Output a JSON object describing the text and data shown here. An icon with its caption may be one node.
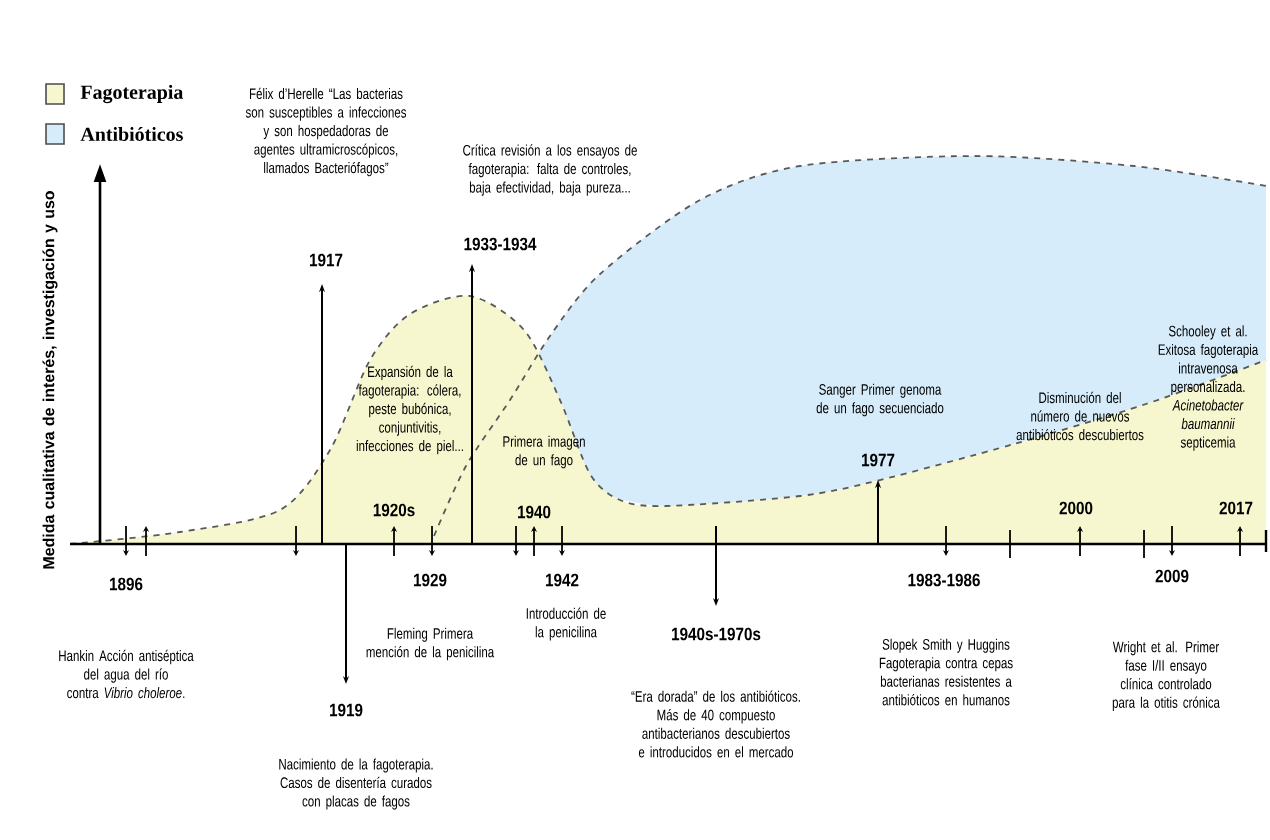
{
  "diagram": {
    "labels": [
      "Medida cualitativa de interés, investigación y uso",
      "Félix d’Herelle “Las bacterias son susceptibles a infecciones y son hospedadoras de agentes ultramicroscópicos, llamados Bacteriófagos”",
      "1917",
      "Crítica revisión a los ensayos de fagoterapia: falta de controles, baja efectividad, baja pureza...",
      "1933-1934",
      "Expansión de la fagoterapia: cólera, peste bubónica, conjuntivitis, infecciones de piel...",
      "1920s",
      "Primera imagen de un fago",
      "1940",
      "Sanger Primer genoma de un fago secuenciado",
      "1977",
      "Disminución del número de nuevos antibióticos descubiertos",
      "2000",
      "Schooley et al. Exitosa fagoterapia intravenosa personalizada. *Acinetobacter baumannii* septicemia",
      "2017",
      "1896",
      "Hankin Acción antiséptica del agua del río contra *Vibrio choleroe*.",
      "1929",
      "Fleming Primera mención de la penicilina",
      "1942",
      "Introducción de la penicilina",
      "1919",
      "Nacimiento de la fagoterapia. Casos de disentería curados con placas de fagos",
      "1940s-1970s",
      "“Era dorada” de los antibióticos. Más de 40 compuesto antibacterianos descubiertos e introducidos en el mercado",
      "1983-1986",
      "Slopek Smith y Huggins Fagoterapia contra cepas bacterianas resistentes a antibióticos en humanos",
      "2009",
      "Wright et al. Primer fase I/II ensayo clínica controlado para la otitis crónica"
    ],
    "legend": [
      {
        "text": "Fagoterapia",
        "color": "#f7f7cf"
      },
      {
        "text": "Antibióticos",
        "color": "#d6ecfa"
      }
    ]
  }
}
